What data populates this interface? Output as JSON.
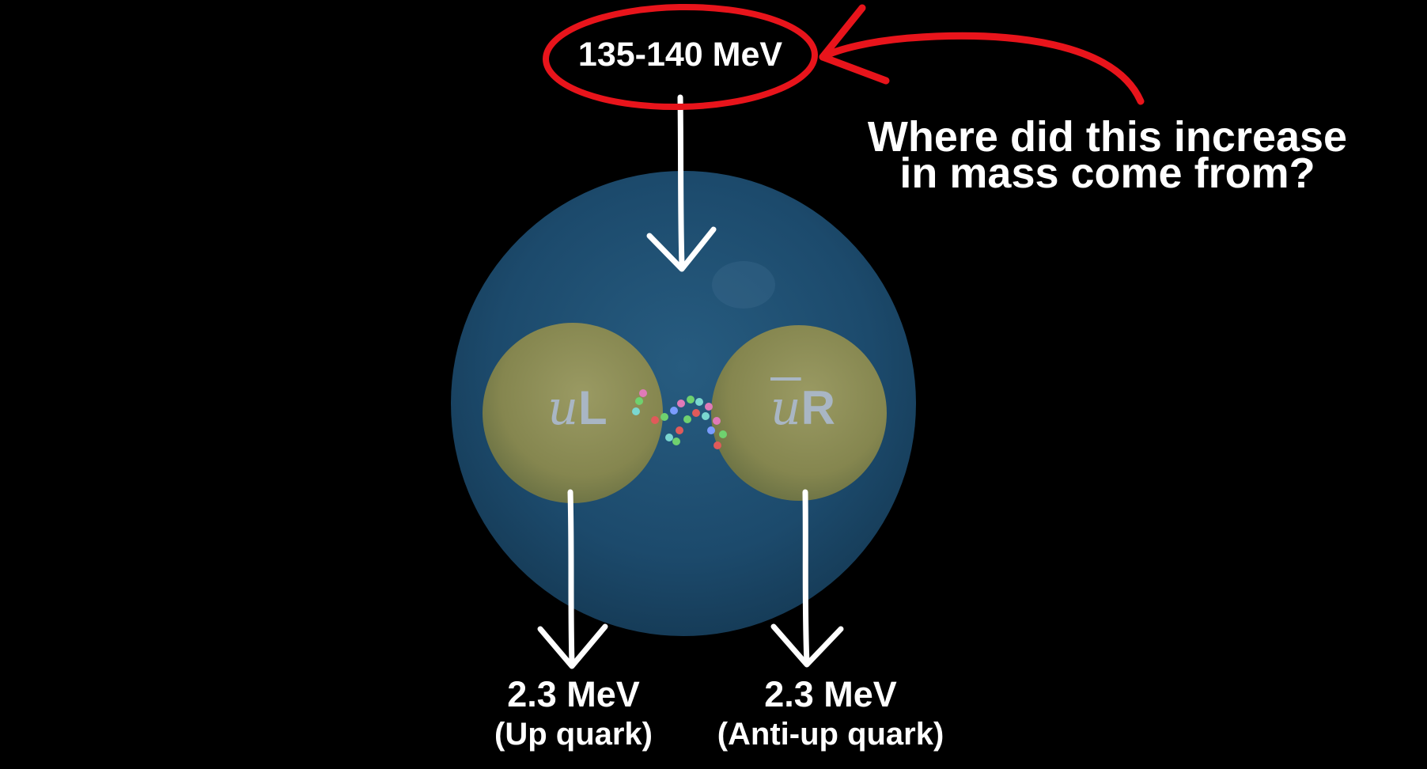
{
  "labels": {
    "pion_mass": "135-140 MeV",
    "question": "Where did this increase\nin mass come from?",
    "up_mass": "2.3 MeV",
    "up_name": "(Up quark)",
    "anti_up_mass": "2.3 MeV",
    "anti_up_name": "(Anti-up quark)"
  },
  "quarks": {
    "left": {
      "letter": "u",
      "handedness": "L"
    },
    "right": {
      "letter": "u",
      "handedness": "R"
    }
  },
  "colors": {
    "background": "#000000",
    "pion_sphere": "#1d4f72",
    "quark_sphere": "#8a8a55",
    "highlight": "#e8141b",
    "text": "#ffffff",
    "quark_symbol": "#a9b6c4"
  }
}
